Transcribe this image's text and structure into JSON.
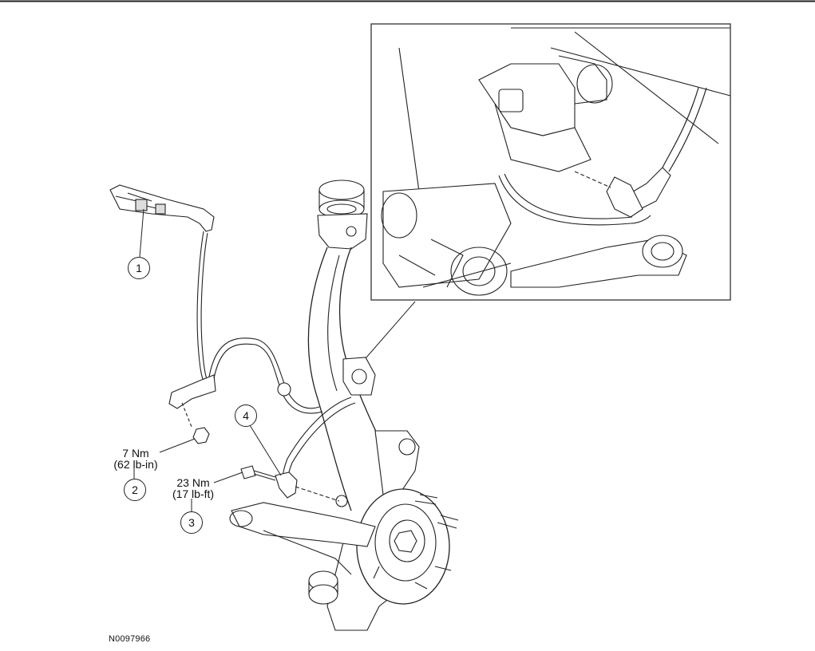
{
  "figure": {
    "id": "N0097966",
    "callouts": [
      {
        "number": "1"
      },
      {
        "number": "2",
        "torque_nm": "7 Nm",
        "torque_imperial": "(62 lb-in)"
      },
      {
        "number": "3",
        "torque_nm": "23 Nm",
        "torque_imperial": "(17 lb-ft)"
      },
      {
        "number": "4"
      }
    ]
  }
}
